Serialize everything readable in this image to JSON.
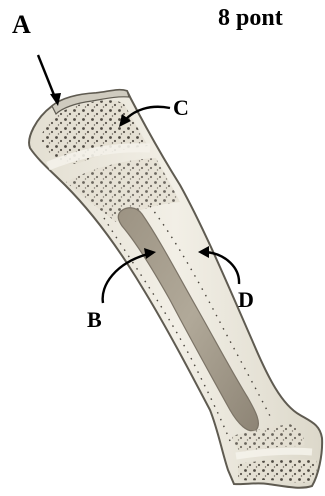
{
  "header": {
    "points": "8 pont"
  },
  "labels": {
    "a": "A",
    "b": "B",
    "c": "C",
    "d": "D"
  },
  "colors": {
    "bone_outer": "#e9e6d9",
    "bone_edge": "#6e6a5f",
    "spongy": "#d8d3c4",
    "marrow": "#a59d8e",
    "marrow_dark": "#8f8678",
    "cartilage": "#d0cdc2"
  }
}
